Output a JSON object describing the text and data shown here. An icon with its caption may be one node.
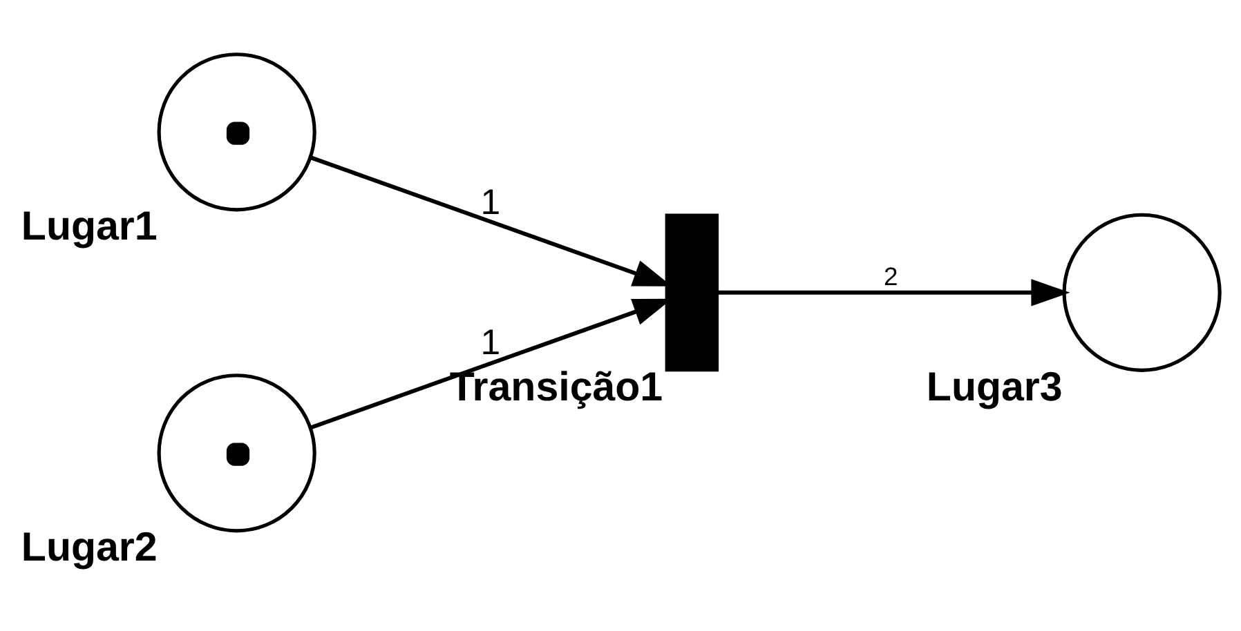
{
  "diagram": {
    "nodes": [
      {
        "text": [
          "Lugar1"
        ]
      },
      {
        "text": [
          "Lugar2"
        ]
      },
      {
        "text": [
          "Transição1"
        ]
      },
      {
        "text": [
          "Lugar3"
        ]
      }
    ],
    "edges": [
      {
        "from": 0,
        "to": 2,
        "arrow": "to",
        "label": "1"
      },
      {
        "from": 1,
        "to": 2,
        "arrow": "to",
        "label": "1"
      },
      {
        "from": 2,
        "to": 3,
        "arrow": "to",
        "label": "2"
      }
    ]
  }
}
